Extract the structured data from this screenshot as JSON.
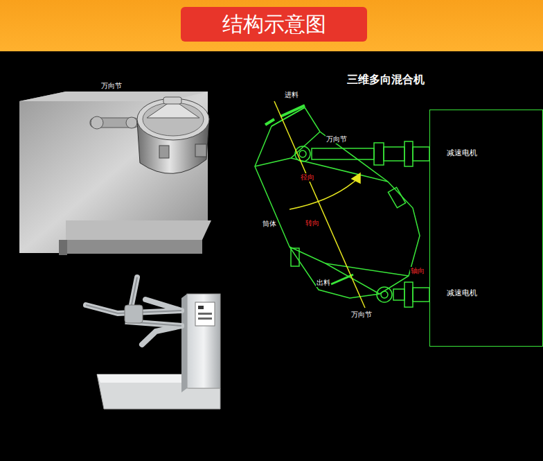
{
  "diagram": {
    "title": "结构示意图",
    "nodes": [
      {
        "text": [
          "减速电机",
          "减速电机"
        ]
      }
    ],
    "labels": [
      "万向节",
      "三维多向混合机",
      "进料",
      "万向节",
      "径向",
      "筒体",
      "转向",
      "轴向",
      "出料",
      "万向节"
    ]
  }
}
